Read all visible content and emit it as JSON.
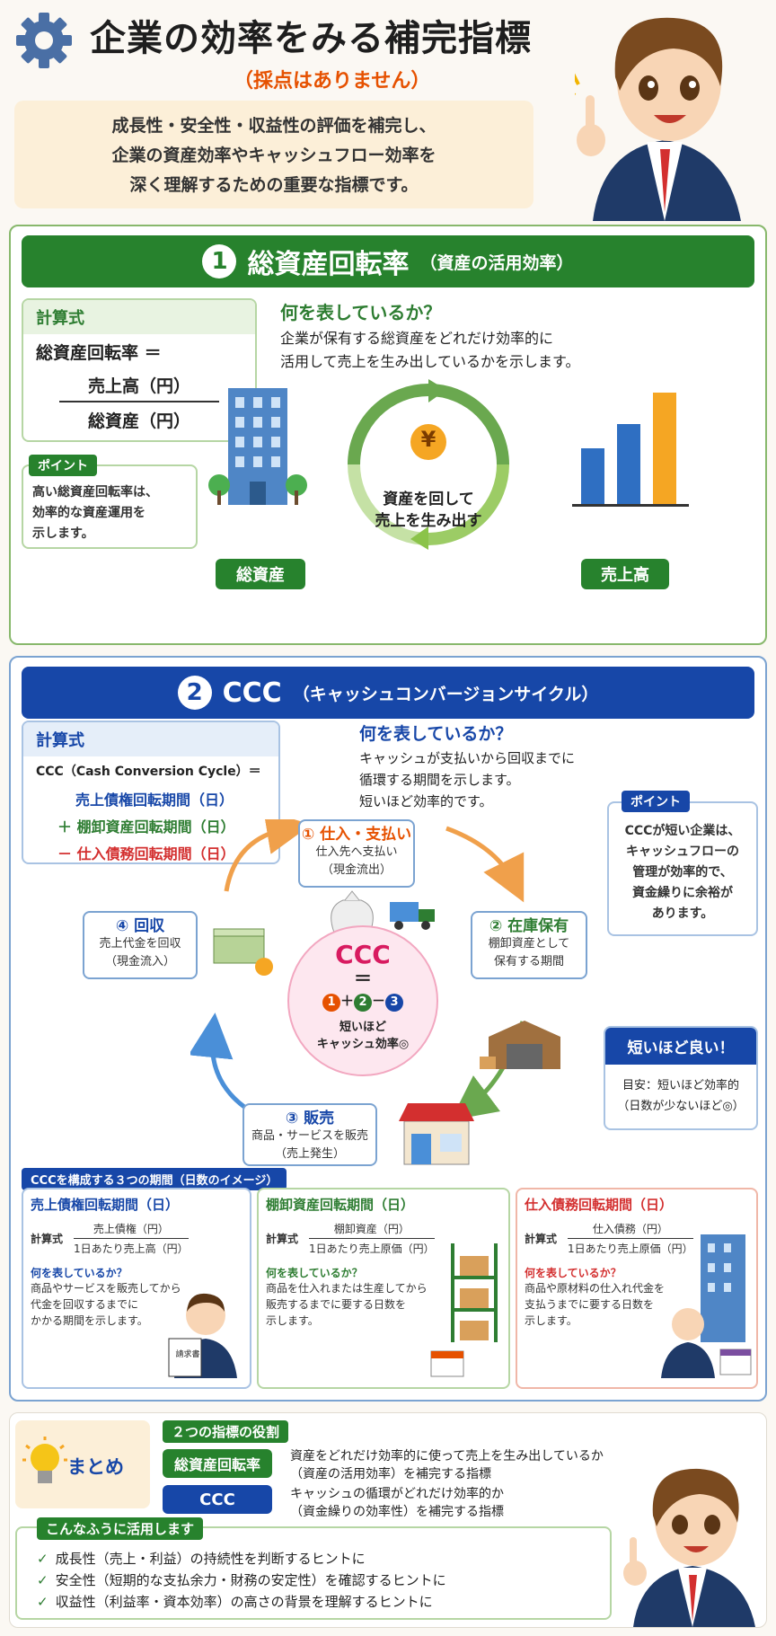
{
  "header": {
    "title": "企業の効率をみる補完指標",
    "subtitle": "（採点はありません）",
    "intro": [
      "成長性・安全性・収益性の評価を補完し、",
      "企業の資産効率やキャッシュフロー効率を",
      "深く理解するための重要な指標です。"
    ]
  },
  "sec1": {
    "num": "1",
    "title": "総資産回転率",
    "paren": "（資産の活用効率）",
    "formula_head": "計算式",
    "formula_lhs": "総資産回転率 ＝",
    "numerator": "売上高（円）",
    "denominator": "総資産（円）",
    "what_title": "何を表しているか？",
    "what_text": [
      "企業が保有する総資産をどれだけ効率的に",
      "活用して売上を生み出しているかを示します。"
    ],
    "cycle_text": [
      "資産を回して",
      "売上を生み出す"
    ],
    "yen": "¥",
    "label_assets": "総資産",
    "label_sales": "売上高",
    "point_badge": "ポイント",
    "point_text": [
      "高い総資産回転率は、",
      "効率的な資産運用を",
      "示します。"
    ]
  },
  "sec2": {
    "num": "2",
    "title": "CCC",
    "paren": "（キャッシュコンバージョンサイクル）",
    "formula_head": "計算式",
    "formula_lhs": "CCC（Cash Conversion Cycle）＝",
    "t1": "売上債権回転期間（日）",
    "t2": "＋ 棚卸資産回転期間（日）",
    "t3": "－ 仕入債務回転期間（日）",
    "what_title": "何を表しているか？",
    "what_text": [
      "キャッシュが支払いから回収までに",
      "循環する期間を示します。",
      "短いほど効率的です。"
    ],
    "point_badge": "ポイント",
    "point_text": [
      "CCCが短い企業は、",
      "キャッシュフローの",
      "管理が効率的で、",
      "資金繰りに余裕が",
      "あります。"
    ],
    "steps": [
      {
        "title": "① 仕入・支払い",
        "desc": [
          "仕入先へ支払い",
          "（現金流出）"
        ]
      },
      {
        "title": "② 在庫保有",
        "desc": [
          "棚卸資産として",
          "保有する期間"
        ]
      },
      {
        "title": "③ 販売",
        "desc": [
          "商品・サービスを販売",
          "（売上発生）"
        ]
      },
      {
        "title": "④ 回収",
        "desc": [
          "売上代金を回収",
          "（現金流入）"
        ]
      }
    ],
    "center": {
      "title": "CCC",
      "eq": "＝",
      "n1": "1",
      "n2": "2",
      "n3": "3",
      "plus": "＋",
      "minus": "－",
      "sub": [
        "短いほど",
        "キャッシュ効率◎"
      ]
    },
    "short": {
      "title": "短いほど良い！",
      "text": [
        "目安：短いほど効率的",
        "（日数が少ないほど◎）"
      ]
    },
    "periods_badge": "CCCを構成する３つの期間（日数のイメージ）",
    "cols": [
      {
        "title": "売上債権回転期間（日）",
        "flabel": "計算式",
        "num": "売上債権（円）",
        "den": "1日あたり売上高（円）",
        "q": "何を表しているか？",
        "qd": [
          "商品やサービスを販売してから",
          "代金を回収するまでに",
          "かかる期間を示します。"
        ],
        "doc": "請求書"
      },
      {
        "title": "棚卸資産回転期間（日）",
        "flabel": "計算式",
        "num": "棚卸資産（円）",
        "den": "1日あたり売上原価（円）",
        "q": "何を表しているか？",
        "qd": [
          "商品を仕入れまたは生産してから",
          "販売するまでに要する日数を",
          "示します。"
        ]
      },
      {
        "title": "仕入債務回転期間（日）",
        "flabel": "計算式",
        "num": "仕入債務（円）",
        "den": "1日あたり売上原価（円）",
        "q": "何を表しているか？",
        "qd": [
          "商品や原材料の仕入れ代金を",
          "支払うまでに要する日数を",
          "示します。"
        ]
      }
    ]
  },
  "summary": {
    "label": "まとめ",
    "roles_badge": "２つの指標の役割",
    "r1_pill": "総資産回転率",
    "r1_text": [
      "資産をどれだけ効率的に使って売上を生み出しているか",
      "（資産の活用効率）を補完する指標"
    ],
    "r2_pill": "CCC",
    "r2_text": [
      "キャッシュの循環がどれだけ効率的か",
      "（資金繰りの効率性）を補完する指標"
    ],
    "use_badge": "こんなふうに活用します",
    "uses": [
      "成長性（売上・利益）の持続性を判断するヒントに",
      "安全性（短期的な支払余力・財務の安定性）を確認するヒントに",
      "収益性（利益率・資本効率）の高さの背景を理解するヒントに"
    ]
  },
  "colors": {
    "green": "#27822d",
    "blue": "#1747a8",
    "red": "#d32f2f",
    "orange": "#e65100"
  }
}
